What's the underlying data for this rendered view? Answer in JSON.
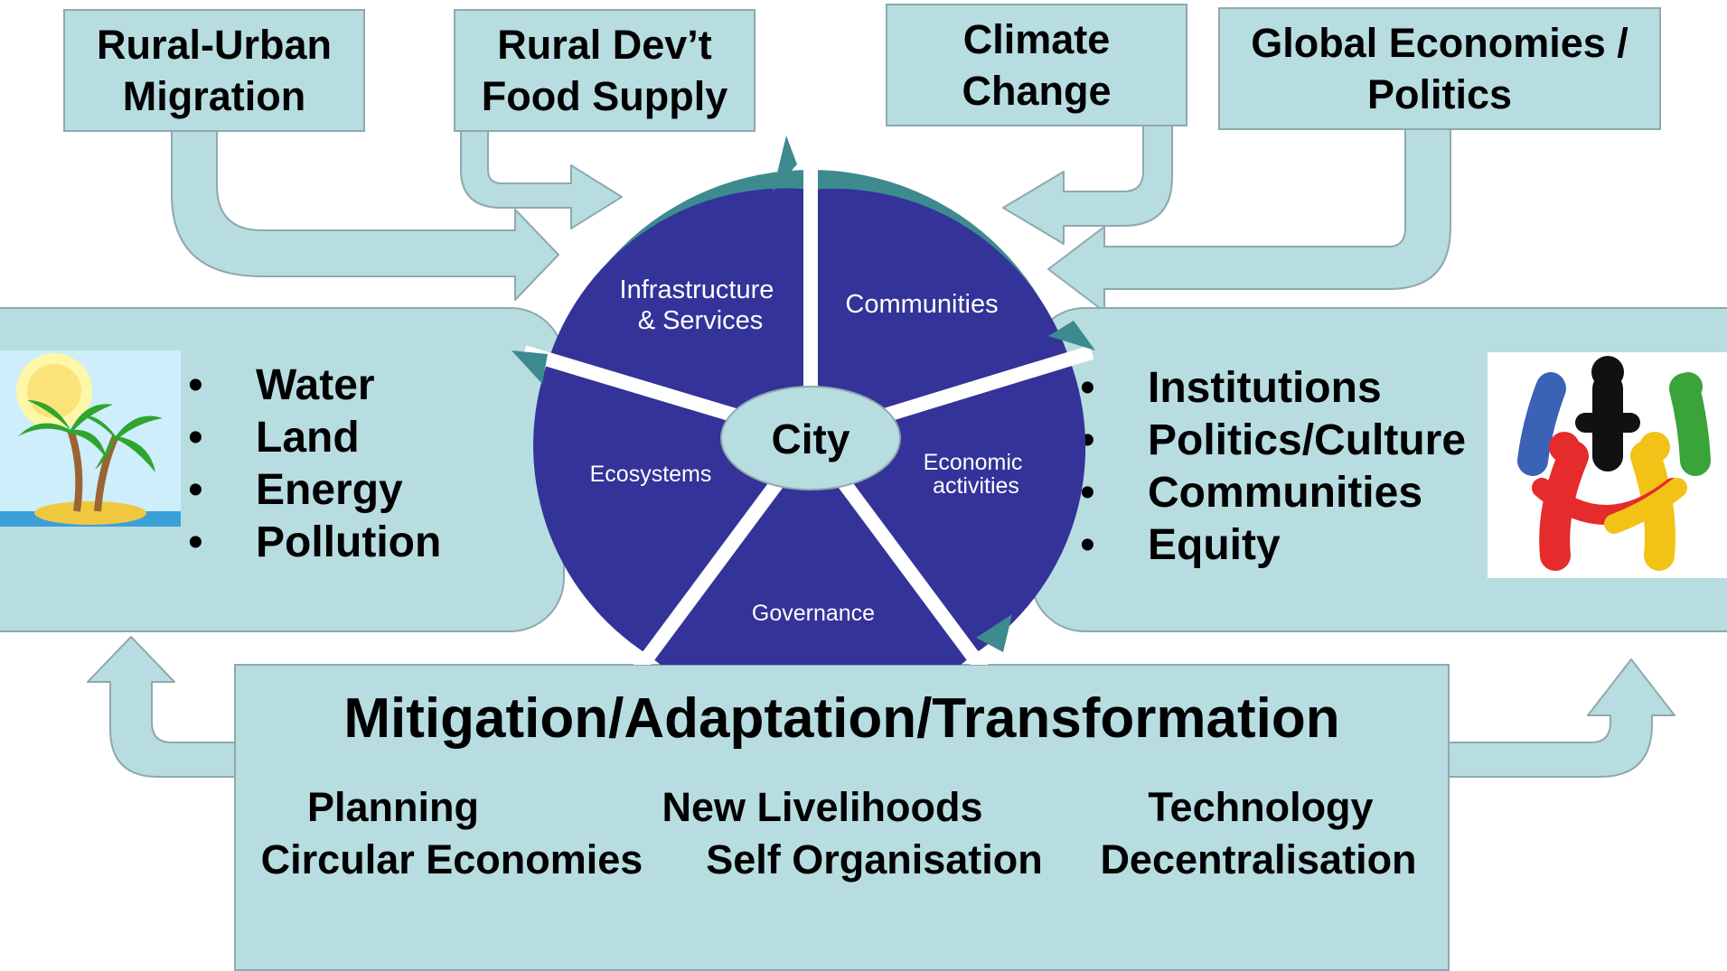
{
  "top_boxes": {
    "migration": "Rural-Urban\nMigration",
    "food": "Rural Dev’t\nFood Supply",
    "climate": "Climate\nChange",
    "global": "Global Economies /\nPolitics"
  },
  "city_cycle": {
    "center": "City",
    "segments": {
      "infrastructure": [
        "Infrastructure",
        "& Services"
      ],
      "communities": "Communities",
      "economic": [
        "Economic",
        "activities"
      ],
      "governance": "Governance",
      "ecosystems": "Ecosystems"
    },
    "colors": {
      "segment_fill": "#333399",
      "ring_arrow": "#3d8a8f",
      "center_fill": "#b7dde1"
    }
  },
  "left_panel": {
    "items": [
      "Water",
      "Land",
      "Energy",
      "Pollution"
    ],
    "icon": "palm-island-icon"
  },
  "right_panel": {
    "items": [
      "Institutions",
      "Politics/Culture",
      "Communities",
      "Equity"
    ],
    "icon": "people-circle-icon"
  },
  "bottom": {
    "title": "Mitigation/Adaptation/Transformation",
    "row1": {
      "planning": "Planning",
      "livelihoods": "New Livelihoods",
      "technology": "Technology"
    },
    "row2": {
      "circular": "Circular Economies",
      "self_org": "Self Organisation",
      "decentral": "Decentralisation"
    }
  },
  "colors": {
    "box_fill": "#b7dde1",
    "box_border": "#8fa9ae"
  }
}
